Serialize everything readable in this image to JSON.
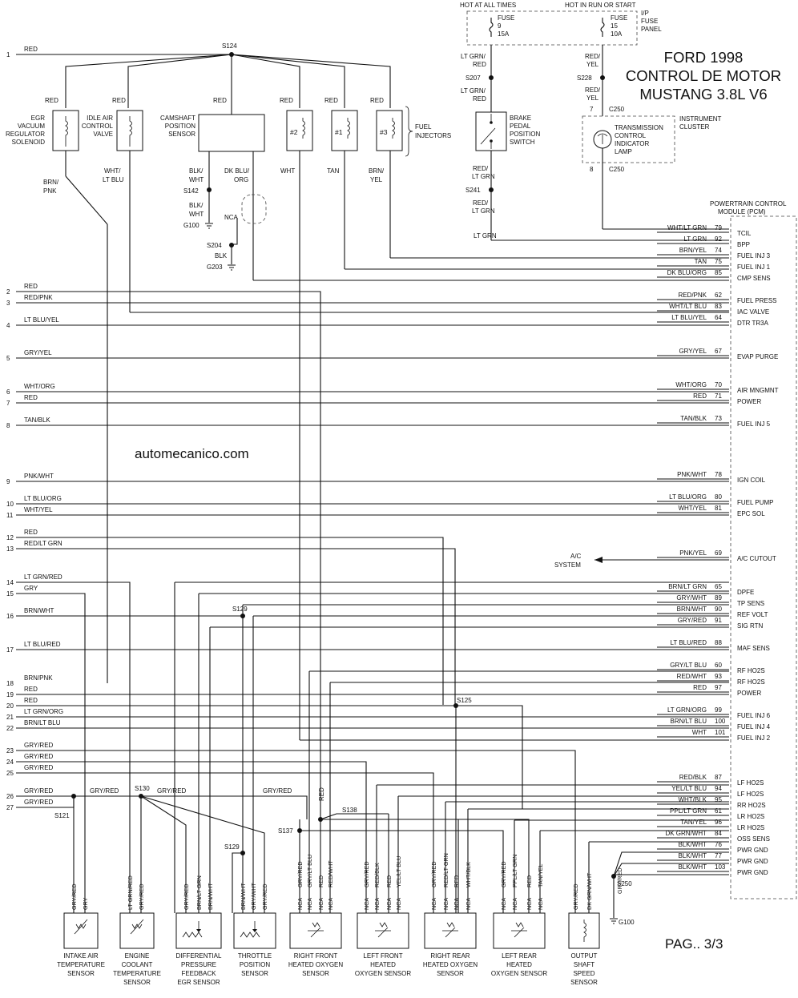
{
  "title": {
    "line1": "FORD 1998",
    "line2": "CONTROL DE MOTOR",
    "line3": "MUSTANG 3.8L V6"
  },
  "watermark": "automecanico.com",
  "page_label": "PAG.. 3/3",
  "power": {
    "hot_at_all_times": "HOT AT ALL TIMES",
    "hot_in_run": "HOT IN RUN OR START",
    "fuse9": [
      "FUSE",
      "9",
      "15A"
    ],
    "fuse15": [
      "FUSE",
      "15",
      "10A"
    ],
    "ip_fuse_panel": [
      "I/P",
      "FUSE",
      "PANEL"
    ]
  },
  "pcm_title": [
    "POWERTRAIN CONTROL",
    "MODULE (PCM)"
  ],
  "pcm_pins": [
    {
      "wire": "WHT/LT GRN",
      "pin": "79",
      "func": "TCIL"
    },
    {
      "wire": "LT GRN",
      "pin": "92",
      "func": "BPP"
    },
    {
      "wire": "BRN/YEL",
      "pin": "74",
      "func": "FUEL INJ 3"
    },
    {
      "wire": "TAN",
      "pin": "75",
      "func": "FUEL INJ 1"
    },
    {
      "wire": "DK BLU/ORG",
      "pin": "85",
      "func": "CMP SENS"
    },
    {
      "wire": "RED/PNK",
      "pin": "62",
      "func": "FUEL PRESS"
    },
    {
      "wire": "WHT/LT BLU",
      "pin": "83",
      "func": "IAC VALVE"
    },
    {
      "wire": "LT BLU/YEL",
      "pin": "64",
      "func": "DTR TR3A"
    },
    {
      "wire": "GRY/YEL",
      "pin": "67",
      "func": "EVAP PURGE"
    },
    {
      "wire": "WHT/ORG",
      "pin": "70",
      "func": "AIR MNGMNT"
    },
    {
      "wire": "RED",
      "pin": "71",
      "func": "POWER"
    },
    {
      "wire": "TAN/BLK",
      "pin": "73",
      "func": "FUEL INJ 5"
    },
    {
      "wire": "PNK/WHT",
      "pin": "78",
      "func": "IGN COIL"
    },
    {
      "wire": "LT BLU/ORG",
      "pin": "80",
      "func": "FUEL PUMP"
    },
    {
      "wire": "WHT/YEL",
      "pin": "81",
      "func": "EPC SOL"
    },
    {
      "wire": "PNK/YEL",
      "pin": "69",
      "func": "A/C CUTOUT"
    },
    {
      "wire": "BRN/LT GRN",
      "pin": "65",
      "func": "DPFE"
    },
    {
      "wire": "GRY/WHT",
      "pin": "89",
      "func": "TP SENS"
    },
    {
      "wire": "BRN/WHT",
      "pin": "90",
      "func": "REF VOLT"
    },
    {
      "wire": "GRY/RED",
      "pin": "91",
      "func": "SIG RTN"
    },
    {
      "wire": "LT BLU/RED",
      "pin": "88",
      "func": "MAF SENS"
    },
    {
      "wire": "GRY/LT BLU",
      "pin": "60",
      "func": "RF HO2S"
    },
    {
      "wire": "RED/WHT",
      "pin": "93",
      "func": "RF HO2S"
    },
    {
      "wire": "RED",
      "pin": "97",
      "func": "POWER"
    },
    {
      "wire": "LT GRN/ORG",
      "pin": "99",
      "func": "FUEL INJ 6"
    },
    {
      "wire": "BRN/LT BLU",
      "pin": "100",
      "func": "FUEL INJ 4"
    },
    {
      "wire": "WHT",
      "pin": "101",
      "func": "FUEL INJ 2"
    },
    {
      "wire": "RED/BLK",
      "pin": "87",
      "func": "LF HO2S"
    },
    {
      "wire": "YEL/LT BLU",
      "pin": "94",
      "func": "LF HO2S"
    },
    {
      "wire": "WHT/BLK",
      "pin": "95",
      "func": "RR HO2S"
    },
    {
      "wire": "PPL/LT GRN",
      "pin": "61",
      "func": "LR HO2S"
    },
    {
      "wire": "TAN/YEL",
      "pin": "96",
      "func": "LR HO2S"
    },
    {
      "wire": "DK GRN/WHT",
      "pin": "84",
      "func": "OSS SENS"
    },
    {
      "wire": "BLK/WHT",
      "pin": "76",
      "func": "PWR GND"
    },
    {
      "wire": "BLK/WHT",
      "pin": "77",
      "func": "PWR GND"
    },
    {
      "wire": "BLK/WHT",
      "pin": "103",
      "func": "PWR GND"
    }
  ],
  "left_lines": [
    {
      "n": "1",
      "wire": "RED"
    },
    {
      "n": "2",
      "wire": "RED"
    },
    {
      "n": "3",
      "wire": "RED/PNK"
    },
    {
      "n": "4",
      "wire": "LT BLU/YEL"
    },
    {
      "n": "5",
      "wire": "GRY/YEL"
    },
    {
      "n": "6",
      "wire": "WHT/ORG"
    },
    {
      "n": "7",
      "wire": "RED"
    },
    {
      "n": "8",
      "wire": "TAN/BLK"
    },
    {
      "n": "9",
      "wire": "PNK/WHT"
    },
    {
      "n": "10",
      "wire": "LT BLU/ORG"
    },
    {
      "n": "11",
      "wire": "WHT/YEL"
    },
    {
      "n": "12",
      "wire": "RED"
    },
    {
      "n": "13",
      "wire": "RED/LT GRN"
    },
    {
      "n": "14",
      "wire": "LT GRN/RED"
    },
    {
      "n": "15",
      "wire": "GRY"
    },
    {
      "n": "16",
      "wire": "BRN/WHT"
    },
    {
      "n": "17",
      "wire": "LT BLU/RED"
    },
    {
      "n": "18",
      "wire": "BRN/PNK"
    },
    {
      "n": "19",
      "wire": "RED"
    },
    {
      "n": "20",
      "wire": "RED"
    },
    {
      "n": "21",
      "wire": "LT GRN/ORG"
    },
    {
      "n": "22",
      "wire": "BRN/LT BLU"
    },
    {
      "n": "23",
      "wire": "GRY/RED"
    },
    {
      "n": "24",
      "wire": "GRY/RED"
    },
    {
      "n": "25",
      "wire": "GRY/RED"
    },
    {
      "n": "26",
      "wire": "GRY/RED"
    },
    {
      "n": "27",
      "wire": "GRY/RED"
    }
  ],
  "top_components": {
    "egr": [
      "EGR",
      "VACUUM",
      "REGULATOR",
      "SOLENOID"
    ],
    "iac": [
      "IDLE AIR",
      "CONTROL",
      "VALVE"
    ],
    "cmp": [
      "CAMSHAFT",
      "POSITION",
      "SENSOR"
    ],
    "inj2": "#2",
    "inj1": "#1",
    "inj3": "#3",
    "fuel_injectors": [
      "FUEL",
      "INJECTORS"
    ],
    "brake": [
      "BRAKE",
      "PEDAL",
      "POSITION",
      "SWITCH"
    ],
    "tcil": [
      "TRANSMISSION",
      "CONTROL",
      "INDICATOR",
      "LAMP"
    ],
    "instrument_cluster": [
      "INSTRUMENT",
      "CLUSTER"
    ],
    "ac_system": [
      "A/C",
      "SYSTEM"
    ]
  },
  "top_wires": {
    "s124": "S124",
    "red": "RED",
    "egr_out": [
      "BRN/",
      "PNK"
    ],
    "iac_out": [
      "WHT/",
      "LT BLU"
    ],
    "cmp_a": [
      "BLK/",
      "WHT"
    ],
    "cmp_b": [
      "DK BLU/",
      "ORG"
    ],
    "s142": "S142",
    "blk_wht": [
      "BLK/",
      "WHT"
    ],
    "g100": "G100",
    "nca": "NCA",
    "s204": "S204",
    "blk": "BLK",
    "g203": "G203",
    "inj2_out": "WHT",
    "inj1_out": "TAN",
    "inj3_out": [
      "BRN/",
      "YEL"
    ],
    "brake_in": [
      "LT GRN/",
      "RED"
    ],
    "s207": "S207",
    "brake_in2": [
      "LT GRN/",
      "RED"
    ],
    "brake_out": [
      "RED/",
      "LT GRN"
    ],
    "s241": "S241",
    "brake_out2": [
      "RED/",
      "LT GRN"
    ],
    "lt_grn": "LT GRN",
    "tcil_in": [
      "RED/",
      "YEL"
    ],
    "s228": "S228",
    "tcil_in2": [
      "RED/",
      "YEL"
    ],
    "c250a": "C250",
    "pin7": "7",
    "c250b": "C250",
    "pin8": "8"
  },
  "splices": {
    "s125": "S125",
    "s129a": "S129",
    "s129b": "S129",
    "s130": "S130",
    "s121": "S121",
    "s138": "S138",
    "s137": "S137",
    "s250": "S250",
    "g100b": "G100",
    "gry_red_a": "GRY/RED",
    "gry_red_b": "GRY/RED",
    "gry_red_c": "GRY/RED",
    "gry_red_d": "GRY/RED",
    "red_v": "RED"
  },
  "bottom_sensors": [
    {
      "name": [
        "INTAKE AIR",
        "TEMPERATURE",
        "SENSOR"
      ],
      "pins": [
        "GRY/RED",
        "GRY"
      ]
    },
    {
      "name": [
        "ENGINE",
        "COOLANT",
        "TEMPERATURE",
        "SENSOR"
      ],
      "pins": [
        "LT GRN/RED",
        "GRY/RED"
      ]
    },
    {
      "name": [
        "DIFFERENTIAL",
        "PRESSURE",
        "FEEDBACK",
        "EGR SENSOR"
      ],
      "pins": [
        "GRY/RED",
        "BRN/LT GRN",
        "BRN/WHT"
      ]
    },
    {
      "name": [
        "THROTTLE",
        "POSITION",
        "SENSOR"
      ],
      "pins": [
        "BRN/WHT",
        "GRY/WHT",
        "GRY/RED"
      ]
    },
    {
      "name": [
        "RIGHT FRONT",
        "HEATED OXYGEN",
        "SENSOR"
      ],
      "pins": [
        "NCA",
        "NCA",
        "NCA",
        "NCA"
      ],
      "wires": [
        "GRY/RED",
        "GRY/LT BLU",
        "RED",
        "RED/WHT"
      ]
    },
    {
      "name": [
        "LEFT FRONT",
        "HEATED",
        "OXYGEN SENSOR"
      ],
      "pins": [
        "NCA",
        "NCA",
        "NCA",
        "NCA"
      ],
      "wires": [
        "GRY/RED",
        "RED/BLK",
        "RED",
        "YEL/LT BLU"
      ]
    },
    {
      "name": [
        "RIGHT REAR",
        "HEATED OXYGEN",
        "SENSOR"
      ],
      "pins": [
        "NCA",
        "NCA",
        "NCA",
        "NCA"
      ],
      "wires": [
        "GRY/RED",
        "RED/LT GRN",
        "RED",
        "WHT/BLK"
      ]
    },
    {
      "name": [
        "LEFT REAR",
        "HEATED",
        "OXYGEN SENSOR"
      ],
      "pins": [
        "NCA",
        "NCA",
        "NCA",
        "NCA"
      ],
      "wires": [
        "GRY/RED",
        "PPL/LT GRN",
        "RED",
        "TAN/YEL"
      ]
    },
    {
      "name": [
        "OUTPUT",
        "SHAFT",
        "SPEED",
        "SENSOR"
      ],
      "pins": [
        "GRY/RED",
        "DK GRN/WHT"
      ]
    }
  ],
  "s250_wire": "GRY/RED"
}
